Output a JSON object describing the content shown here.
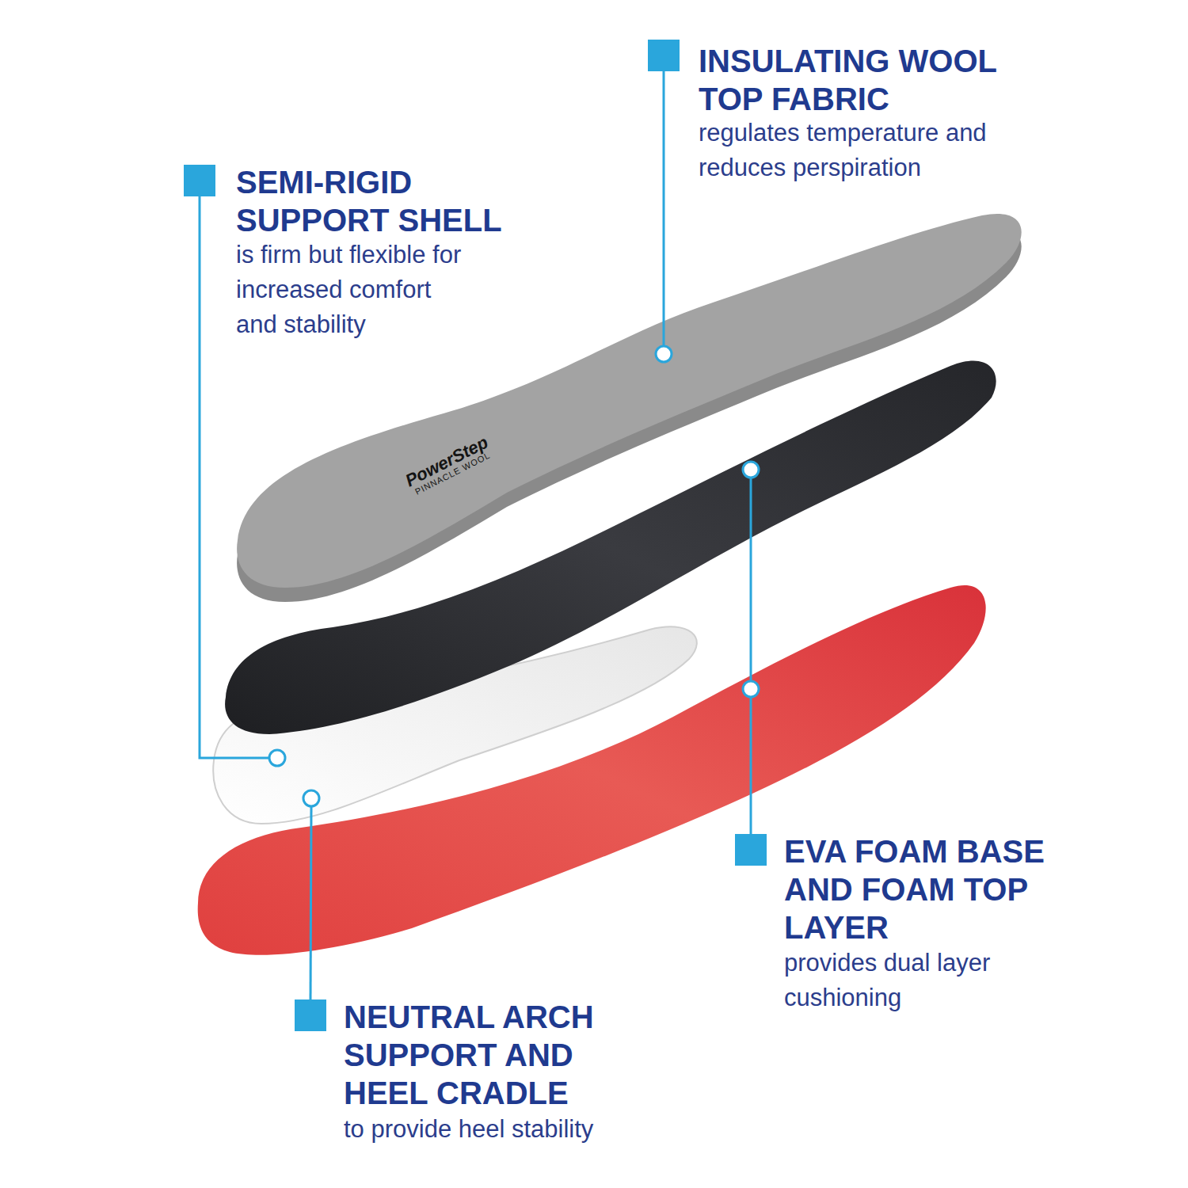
{
  "diagram": {
    "labels": [
      "INSULATING WOOL TOP FABRIC",
      "regulates temperature and reduces perspiration",
      "SEMI-RIGID SUPPORT SHELL",
      "is firm but flexible for increased comfort and stability",
      "EVA FOAM BASE AND FOAM TOP LAYER",
      "provides dual layer cushioning",
      "NEUTRAL ARCH SUPPORT AND HEEL CRADLE",
      "to provide heel stability",
      "PowerStep",
      "PINNACLE WOOL"
    ]
  }
}
